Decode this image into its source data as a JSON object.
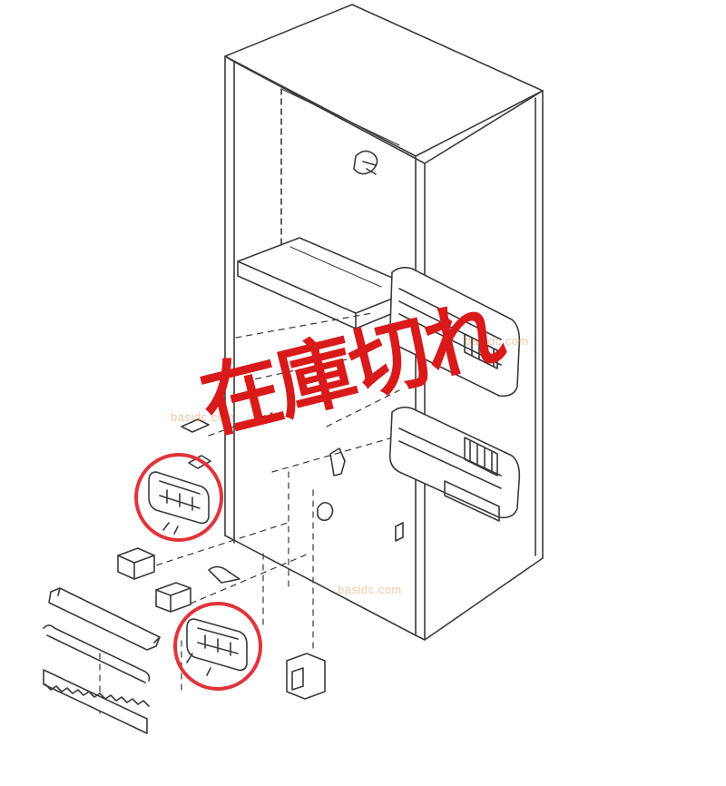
{
  "stamp": {
    "text": "在庫切れ",
    "color": "#d91a1a"
  },
  "watermarks": [
    "basidc.com",
    "basidc.com",
    "basidc.com"
  ],
  "colors": {
    "line": "#3a3a3a",
    "highlight": "#e0343a",
    "watermark": "#e0873a"
  }
}
